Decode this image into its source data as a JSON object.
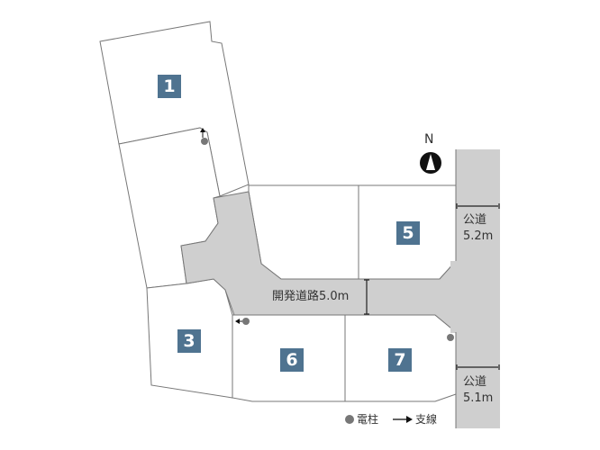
{
  "lots": [
    {
      "id": "1",
      "label": "1"
    },
    {
      "id": "3",
      "label": "3"
    },
    {
      "id": "5",
      "label": "5"
    },
    {
      "id": "6",
      "label": "6"
    },
    {
      "id": "7",
      "label": "7"
    }
  ],
  "north_label": "N",
  "roads": {
    "dev_road": "開発道路5.0m",
    "public_north": {
      "name": "公道",
      "width": "5.2m"
    },
    "public_south": {
      "name": "公道",
      "width": "5.1m"
    }
  },
  "legend": {
    "pole": "電柱",
    "guy_wire": "支線"
  },
  "colors": {
    "lot_label": "#4f7390",
    "road": "#cfcfcf",
    "pole": "#777777"
  }
}
